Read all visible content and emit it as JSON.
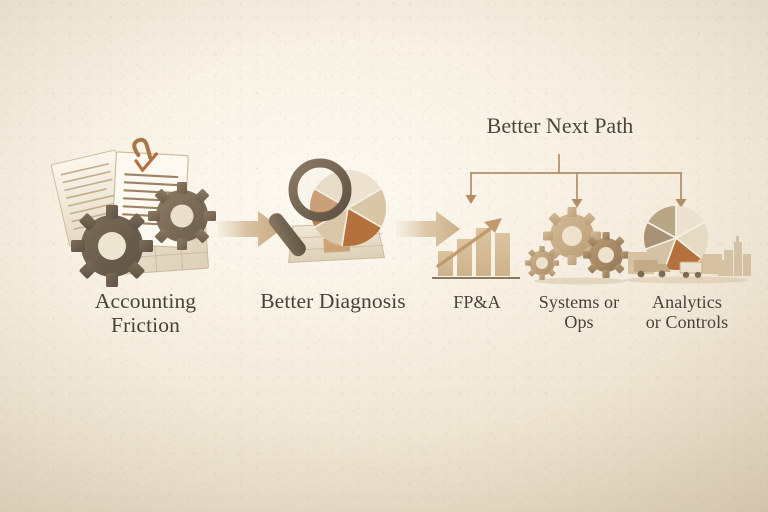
{
  "diagram": {
    "title_hidden": "",
    "background_color": "#f1e8d7",
    "palette": {
      "ink": "#4a4038",
      "dark_brown": "#6f6050",
      "mid_brown": "#8a7356",
      "tan": "#c9ab86",
      "light_tan": "#ddc9a9",
      "cream": "#eadfc9",
      "orange": "#b5713d",
      "line": "#b08f66"
    },
    "stages": [
      {
        "id": "accounting-friction",
        "label": "Accounting\nFriction",
        "label_line1": "Accounting",
        "label_line2": "Friction",
        "icon": "documents-and-gears-icon"
      },
      {
        "id": "better-diagnosis",
        "label": "Better Diagnosis",
        "label_line1": "Better Diagnosis",
        "label_line2": "",
        "icon": "magnifier-pie-chart-icon"
      }
    ],
    "connectors": [
      {
        "id": "connector-1",
        "icon": "right-arrow-icon"
      },
      {
        "id": "connector-2",
        "icon": "right-arrow-icon"
      }
    ],
    "branch_group": {
      "title": "Better Next Path",
      "bracket_icon": "bracket-three-branch-icon",
      "branches": [
        {
          "id": "fpa",
          "label_line1": "FP&A",
          "label_line2": "",
          "icon": "bar-chart-growth-icon",
          "arrow_icon": "down-arrow-icon"
        },
        {
          "id": "systems-or-ops",
          "label_line1": "Systems or",
          "label_line2": "Ops",
          "icon": "three-gears-icon",
          "arrow_icon": "down-arrow-icon"
        },
        {
          "id": "analytics-or-controls",
          "label_line1": "Analytics",
          "label_line2": "or Controls",
          "icon": "pie-chart-logistics-icon",
          "arrow_icon": "down-arrow-icon"
        }
      ]
    }
  }
}
